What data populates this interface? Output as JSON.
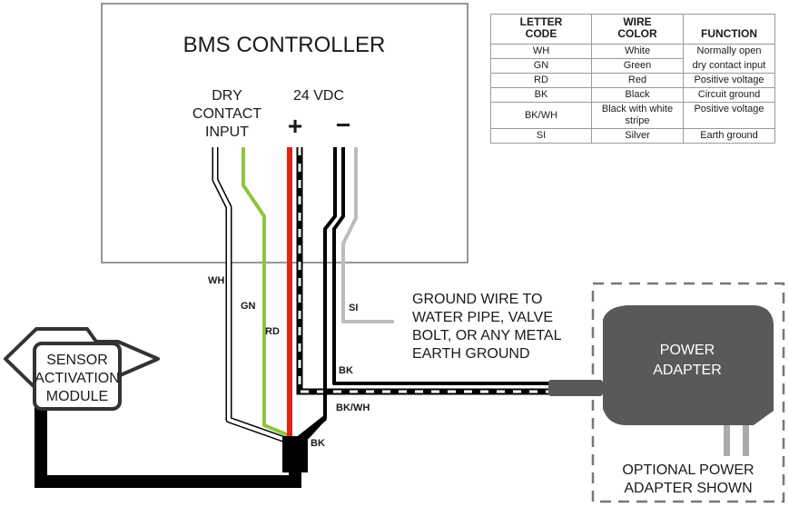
{
  "controller": {
    "title": "BMS CONTROLLER",
    "dry_contact_label": [
      "DRY",
      "CONTACT",
      "INPUT"
    ],
    "voltage_label": "24 VDC",
    "plus_symbol": "+",
    "minus_symbol": "−"
  },
  "wire_labels": {
    "wh": "WH",
    "gn": "GN",
    "rd": "RD",
    "si": "SI",
    "bk_top": "BK",
    "bkwh": "BK/WH",
    "bk_bottom": "BK"
  },
  "sensor_module": {
    "label": [
      "SENSOR",
      "ACTIVATION",
      "MODULE"
    ]
  },
  "ground_note": [
    "GROUND WIRE TO",
    "WATER PIPE, VALVE",
    "BOLT, OR ANY METAL",
    "EARTH GROUND"
  ],
  "power_adapter": {
    "label": [
      "POWER",
      "ADAPTER"
    ],
    "caption": [
      "OPTIONAL POWER",
      "ADAPTER SHOWN"
    ]
  },
  "wire_table": {
    "headers": [
      [
        "LETTER",
        "CODE"
      ],
      [
        "WIRE",
        "COLOR"
      ],
      [
        "FUNCTION"
      ]
    ],
    "rows": [
      {
        "code": "WH",
        "color": "White",
        "function": "Normally open"
      },
      {
        "code": "GN",
        "color": "Green",
        "function": "dry contact input"
      },
      {
        "code": "RD",
        "color": "Red",
        "function": "Positive voltage"
      },
      {
        "code": "BK",
        "color": "Black",
        "function": "Circuit ground"
      },
      {
        "code": "BK/WH",
        "color": "Black with white stripe",
        "function": "Positive voltage"
      },
      {
        "code": "SI",
        "color": "Silver",
        "function": "Earth ground"
      }
    ]
  },
  "colors": {
    "green_wire": "#8cc63f",
    "red_wire": "#e2231a",
    "silver_wire": "#bcbcbc",
    "black_wire": "#000000",
    "adapter_body": "#58595b",
    "border_gray": "#777777"
  }
}
